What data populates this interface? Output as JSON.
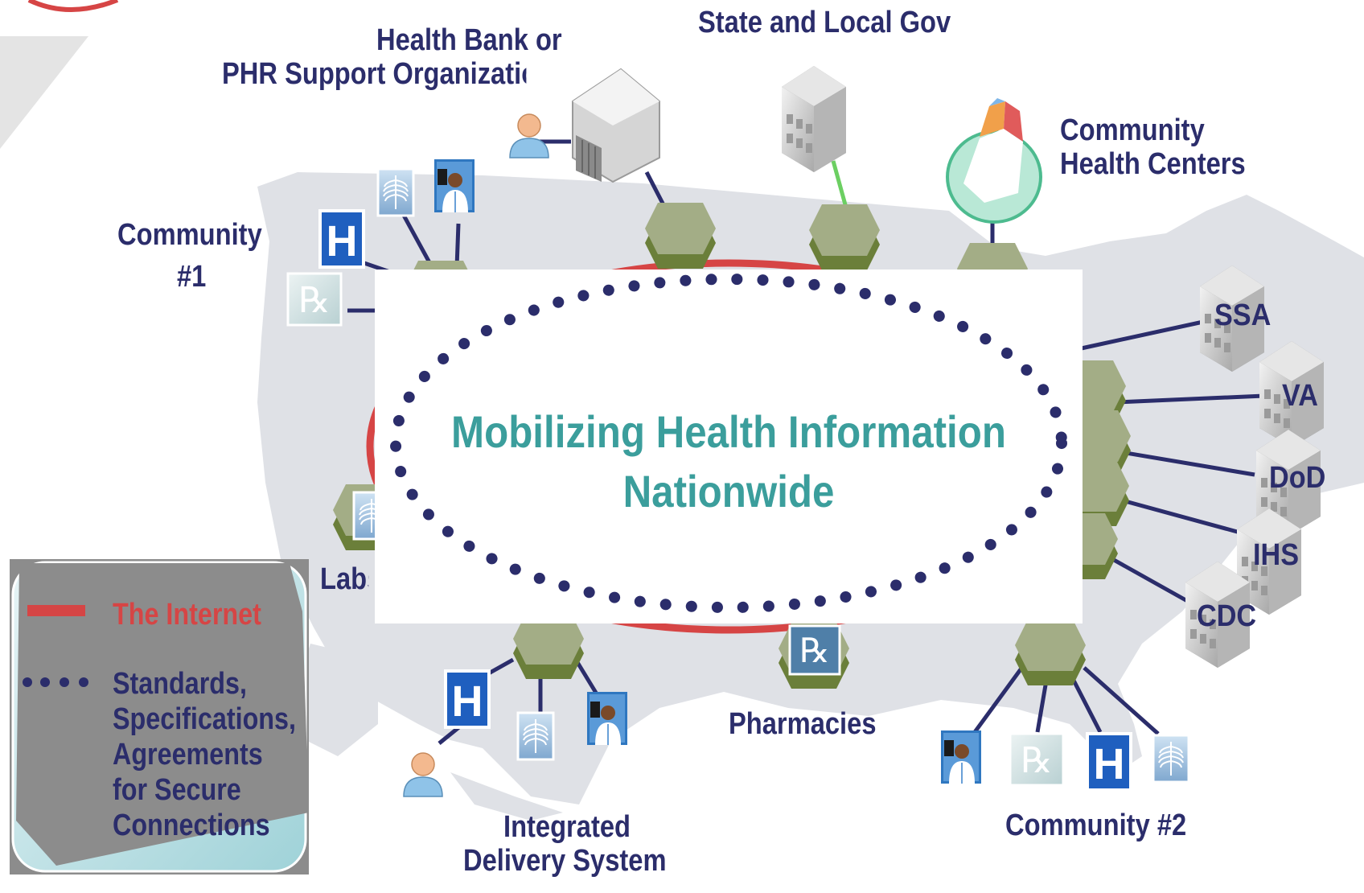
{
  "title": {
    "line1": "Mobilizing Health Information",
    "line2": "Nationwide"
  },
  "labels": {
    "health_bank_line1": "Health Bank or",
    "health_bank_line2": "PHR Support Organization",
    "state_local": "State and Local Gov",
    "chc_line1": "Community",
    "chc_line2": "Health Centers",
    "community1_line1": "Community",
    "community1_line2": "#1",
    "labs": "Labs",
    "pharmacies": "Pharmacies",
    "ids_line1": "Integrated",
    "ids_line2": "Delivery System",
    "community2": "Community #2"
  },
  "agencies": [
    "SSA",
    "VA",
    "DoD",
    "IHS",
    "CDC"
  ],
  "icon_glyphs": {
    "hospital": "H",
    "rx": "℞"
  },
  "legend": {
    "internet_label": "The Internet",
    "standards_label": "Standards,\nSpecifications,\nAgreements\nfor Secure\nConnections"
  },
  "colors": {
    "internet_red": "#d64545",
    "standards_navy": "#2b2d6b",
    "title_teal": "#3b9e9c",
    "hub_green": "#a3ad86",
    "hub_dark_green": "#6b7f3a",
    "map_gray": "#dfe1e6",
    "hospital_blue": "#1f5fbf"
  }
}
